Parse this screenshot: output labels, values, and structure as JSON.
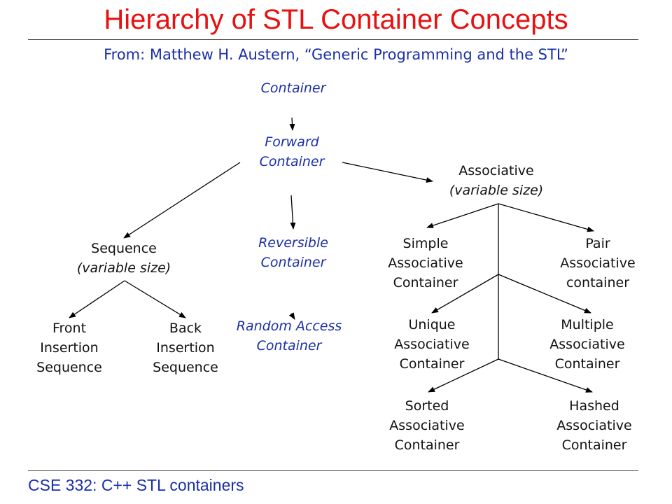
{
  "title": "Hierarchy of STL Container Concepts",
  "subtitle": "From: Matthew H. Austern, “Generic Programming and the STL”",
  "footer": "CSE 332: C++ STL containers",
  "nodes": {
    "container": [
      "Container"
    ],
    "forward": [
      "Forward",
      "Container"
    ],
    "associative": [
      "Associative",
      "(variable size)"
    ],
    "sequence": [
      "Sequence",
      "(variable size)"
    ],
    "reversible": [
      "Reversible",
      "Container"
    ],
    "random_access": [
      "Random Access",
      "Container"
    ],
    "front_insertion": [
      "Front",
      "Insertion",
      "Sequence"
    ],
    "back_insertion": [
      "Back",
      "Insertion",
      "Sequence"
    ],
    "simple_assoc": [
      "Simple",
      "Associative",
      "Container"
    ],
    "pair_assoc": [
      "Pair",
      "Associative",
      "container"
    ],
    "unique_assoc": [
      "Unique",
      "Associative",
      "Container"
    ],
    "multiple_assoc": [
      "Multiple",
      "Associative",
      "Container"
    ],
    "sorted_assoc": [
      "Sorted",
      "Associative",
      "Container"
    ],
    "hashed_assoc": [
      "Hashed",
      "Associative",
      "Container"
    ]
  },
  "colors": {
    "title": "#e81010",
    "blue_text": "#1a2fa8",
    "text": "#111111"
  }
}
